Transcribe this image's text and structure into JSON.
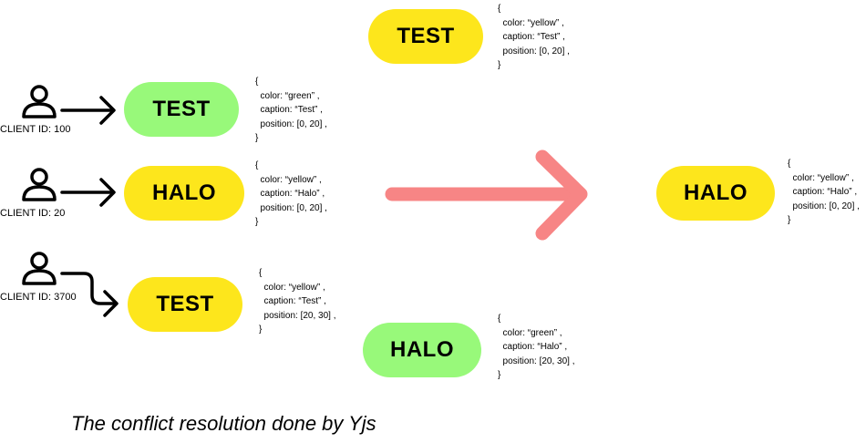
{
  "colors": {
    "yellow": "#fde61c",
    "green": "#98f97a",
    "arrow": "#f78585"
  },
  "clients": [
    {
      "label": "CLIENT ID: 100",
      "icon": "user-icon"
    },
    {
      "label": "CLIENT ID: 20",
      "icon": "user-icon"
    },
    {
      "label": "CLIENT ID: 3700",
      "icon": "user-icon"
    }
  ],
  "inputs": [
    {
      "caption": "TEST",
      "color": "green",
      "code": "{\n  color: “green” ,\n  caption: “Test” ,\n  position: [0, 20] ,\n}"
    },
    {
      "caption": "HALO",
      "color": "yellow",
      "code": "{\n  color: “yellow” ,\n  caption: “Halo” ,\n  position: [0, 20] ,\n}"
    },
    {
      "caption": "TEST",
      "color": "yellow",
      "code": "{\n  color: “yellow” ,\n  caption: “Test” ,\n  position: [20, 30] ,\n}"
    }
  ],
  "middle": [
    {
      "caption": "TEST",
      "color": "yellow",
      "code": "{\n  color: “yellow” ,\n  caption: “Test” ,\n  position: [0, 20] ,\n}"
    },
    {
      "caption": "HALO",
      "color": "green",
      "code": "{\n  color: “green” ,\n  caption: “Halo” ,\n  position: [20, 30] ,\n}"
    }
  ],
  "result": {
    "caption": "HALO",
    "color": "yellow",
    "code": "{\n  color: “yellow” ,\n  caption: “Halo” ,\n  position: [0, 20] ,\n}"
  },
  "footer": {
    "caption": "The conflict resolution done by Yjs"
  }
}
